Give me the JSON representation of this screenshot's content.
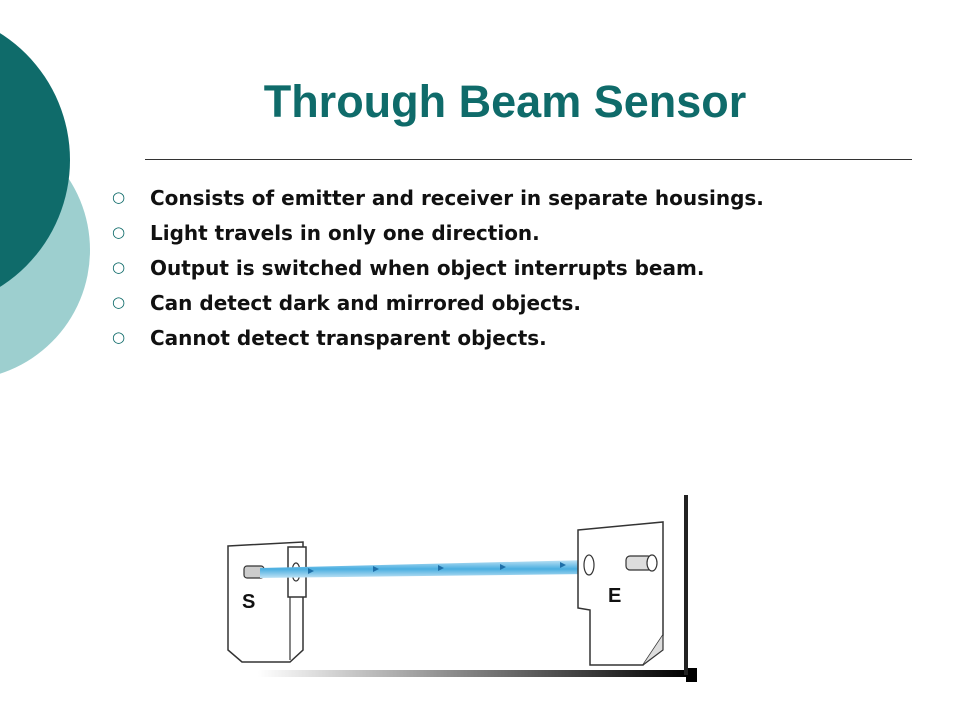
{
  "slide": {
    "title": "Through Beam Sensor",
    "bullets": [
      "Consists of emitter and receiver in separate housings.",
      "Light travels in only one direction.",
      "Output is switched when object interrupts beam.",
      "Can detect dark and mirrored objects.",
      "Cannot detect transparent objects."
    ],
    "bullet_icon": "circle-bullet-icon"
  },
  "diagram": {
    "sender_label": "S",
    "emitter_label": "E"
  },
  "colors": {
    "accent_dark": "#0f6b6a",
    "accent_light": "#9dcfcf",
    "beam": "#4aaee0"
  }
}
